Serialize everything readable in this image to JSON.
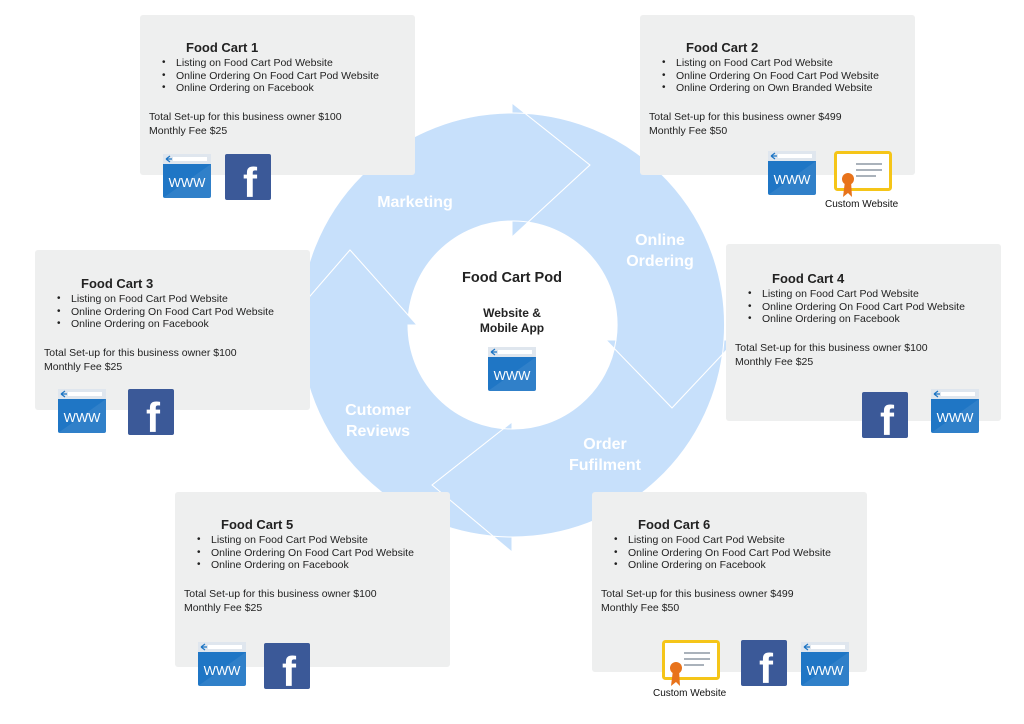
{
  "center": {
    "title": "Food Cart Pod",
    "subtitle_line1": "Website &",
    "subtitle_line2": "Mobile App",
    "icon": "www-icon"
  },
  "cycle": {
    "stages": [
      {
        "line1": "Marketing",
        "line2": ""
      },
      {
        "line1": "Online",
        "line2": "Ordering"
      },
      {
        "line1": "Order",
        "line2": "Fufilment"
      },
      {
        "line1": "Cutomer",
        "line2": "Reviews"
      }
    ],
    "colors": {
      "top": "#1b6fdf",
      "bottom": "#c7e0fb",
      "label": "#ffffff"
    }
  },
  "cards": [
    {
      "title": "Food Cart 1",
      "items": [
        "Listing on Food Cart Pod Website",
        "Online Ordering On Food Cart Pod Website",
        "Online Ordering on Facebook"
      ],
      "setup": "Total Set-up for this business owner $100",
      "fee": "Monthly Fee $25",
      "icons": [
        "www-icon",
        "facebook-icon"
      ],
      "custom_label": ""
    },
    {
      "title": "Food Cart 2",
      "items": [
        "Listing on Food Cart Pod Website",
        "Online Ordering On Food Cart Pod Website",
        "Online Ordering on Own Branded Website"
      ],
      "setup": "Total Set-up for this business owner $499",
      "fee": "Monthly Fee $50",
      "icons": [
        "www-icon",
        "certificate-icon"
      ],
      "custom_label": "Custom Website"
    },
    {
      "title": "Food Cart 3",
      "items": [
        "Listing on Food Cart Pod Website",
        "Online Ordering On Food Cart Pod Website",
        "Online Ordering on Facebook"
      ],
      "setup": "Total Set-up for this business owner $100",
      "fee": "Monthly Fee $25",
      "icons": [
        "www-icon",
        "facebook-icon"
      ],
      "custom_label": ""
    },
    {
      "title": "Food Cart 4",
      "items": [
        "Listing on Food Cart Pod Website",
        "Online Ordering On Food Cart Pod Website",
        "Online Ordering on Facebook"
      ],
      "setup": "Total Set-up for this business owner $100",
      "fee": "Monthly Fee $25",
      "icons": [
        "facebook-icon",
        "www-icon"
      ],
      "custom_label": ""
    },
    {
      "title": "Food Cart 5",
      "items": [
        "Listing on Food Cart Pod Website",
        "Online Ordering On Food Cart Pod Website",
        "Online Ordering on Facebook"
      ],
      "setup": "Total Set-up for this business owner $100",
      "fee": "Monthly Fee $25",
      "icons": [
        "www-icon",
        "facebook-icon"
      ],
      "custom_label": ""
    },
    {
      "title": "Food Cart 6",
      "items": [
        "Listing on Food Cart Pod Website",
        "Online Ordering On Food Cart Pod Website",
        "Online Ordering on Facebook"
      ],
      "setup": "Total Set-up for this business owner $499",
      "fee": "Monthly Fee $50",
      "icons": [
        "certificate-icon",
        "facebook-icon",
        "www-icon"
      ],
      "custom_label": "Custom Website"
    }
  ],
  "icon_text": {
    "www": "WWW",
    "facebook": "f"
  },
  "colors": {
    "card_bg": "#eeefef",
    "www_blue": "#1f76c5",
    "facebook_blue": "#3b5998",
    "certificate_gold": "#f5c518",
    "ribbon_orange": "#e8731b"
  }
}
